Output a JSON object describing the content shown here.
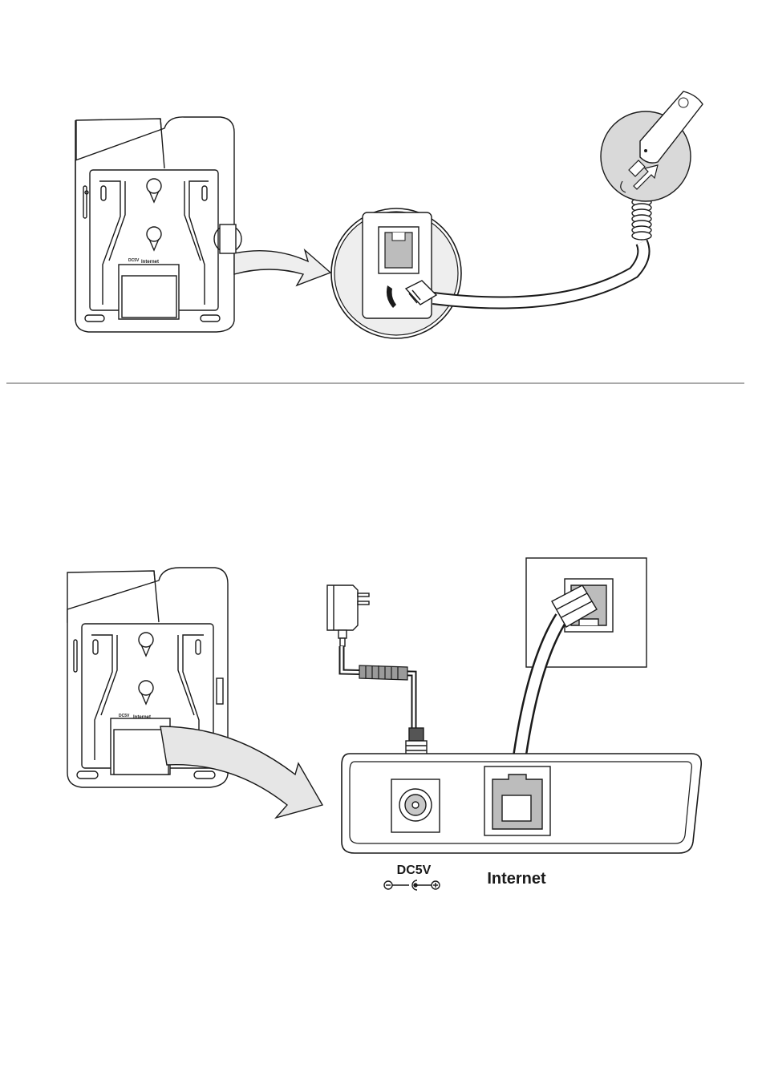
{
  "figure_top": {
    "phone_back_labels": {
      "dc_small": "DC5V",
      "internet_small": "Internet"
    },
    "handset_port_icon": "handset-icon"
  },
  "figure_bottom": {
    "phone_back_labels": {
      "dc_small": "DC5V",
      "internet_small": "Internet"
    },
    "port_labels": {
      "dc5v": "DC5V",
      "internet": "Internet"
    },
    "polarity_symbol": "polarity-icon"
  },
  "colors": {
    "line": "#1a1a1a",
    "arrow_fill": "#e6e6e6",
    "zoom_fill": "#eeeeee",
    "port_fill": "#bcbcbc"
  }
}
